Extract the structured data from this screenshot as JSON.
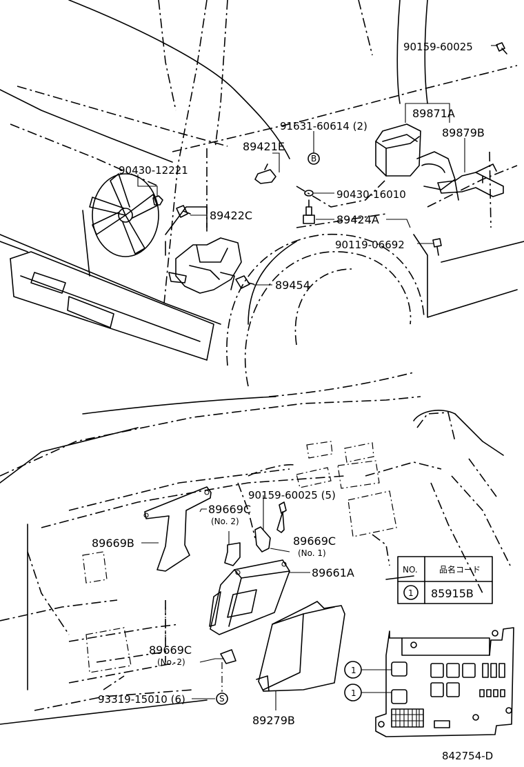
{
  "callouts": {
    "p90159_60025_top": "90159-60025",
    "p89871A": "89871A",
    "p89879B": "89879B",
    "p91631_60614": "91631-60614 (2)",
    "p89421E": "89421E",
    "p90430_12221": "90430-12221",
    "p90430_16010": "90430-16010",
    "p89422C": "89422C",
    "p89424A": "89424A",
    "p90119_06692": "90119-06692",
    "p89454": "89454",
    "p90159_60025_5": "90159-60025 (5)",
    "p89669C_a": "89669C",
    "p89669C_a_no": "(No. 2)",
    "p89669B": "89669B",
    "p89669C_b": "89669C",
    "p89669C_b_no": "(No. 1)",
    "p89661A": "89661A",
    "p89669C_c": "89669C",
    "p89669C_c_no": "(No. 2)",
    "p93319_15010": "93319-15010 (6)",
    "p89279B": "89279B"
  },
  "symbols": {
    "b_marker": "B",
    "s_marker": "S",
    "circle_one_a": "1",
    "circle_one_b": "1"
  },
  "table": {
    "header_no": "NO.",
    "header_code": "品名コード",
    "row_no": "1",
    "row_code": "85915B"
  },
  "figure_id": "842754-D"
}
